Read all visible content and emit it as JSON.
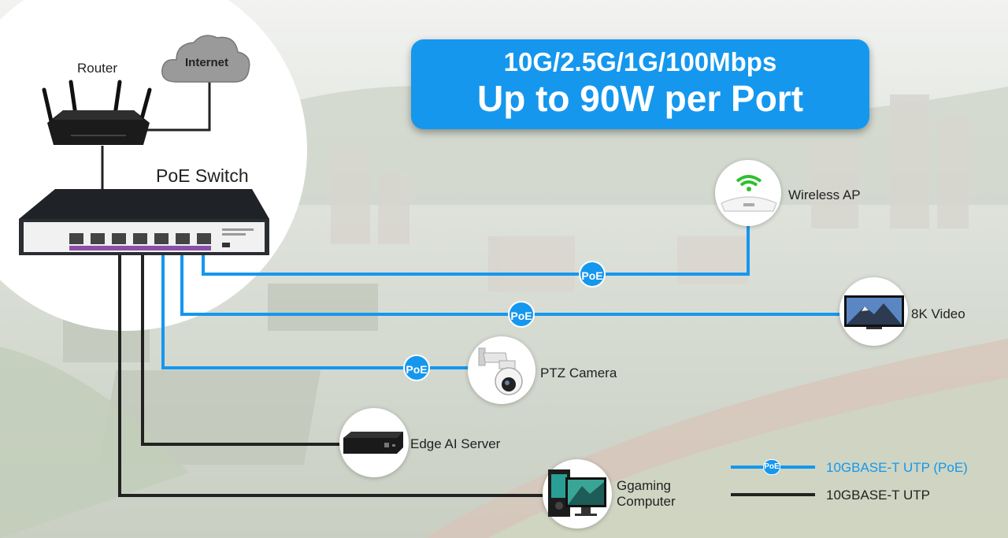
{
  "header": {
    "speeds": "10G/2.5G/1G/100Mbps",
    "power": "Up to 90W per Port"
  },
  "nodes": {
    "router": "Router",
    "internet": "Internet",
    "switch": "PoE Switch",
    "wireless_ap": "Wireless AP",
    "video": "8K Video",
    "ptz_camera": "PTZ Camera",
    "edge_server": "Edge AI Server",
    "computer_line1": "Ggaming",
    "computer_line2": "Computer"
  },
  "badges": {
    "poe": "PoE"
  },
  "legend": {
    "poe_cable": "10GBASE-T UTP (PoE)",
    "utp_cable": "10GBASE-T UTP"
  },
  "colors": {
    "poe_line": "#1597ee",
    "utp_line": "#222222",
    "banner": "#1597ee"
  }
}
